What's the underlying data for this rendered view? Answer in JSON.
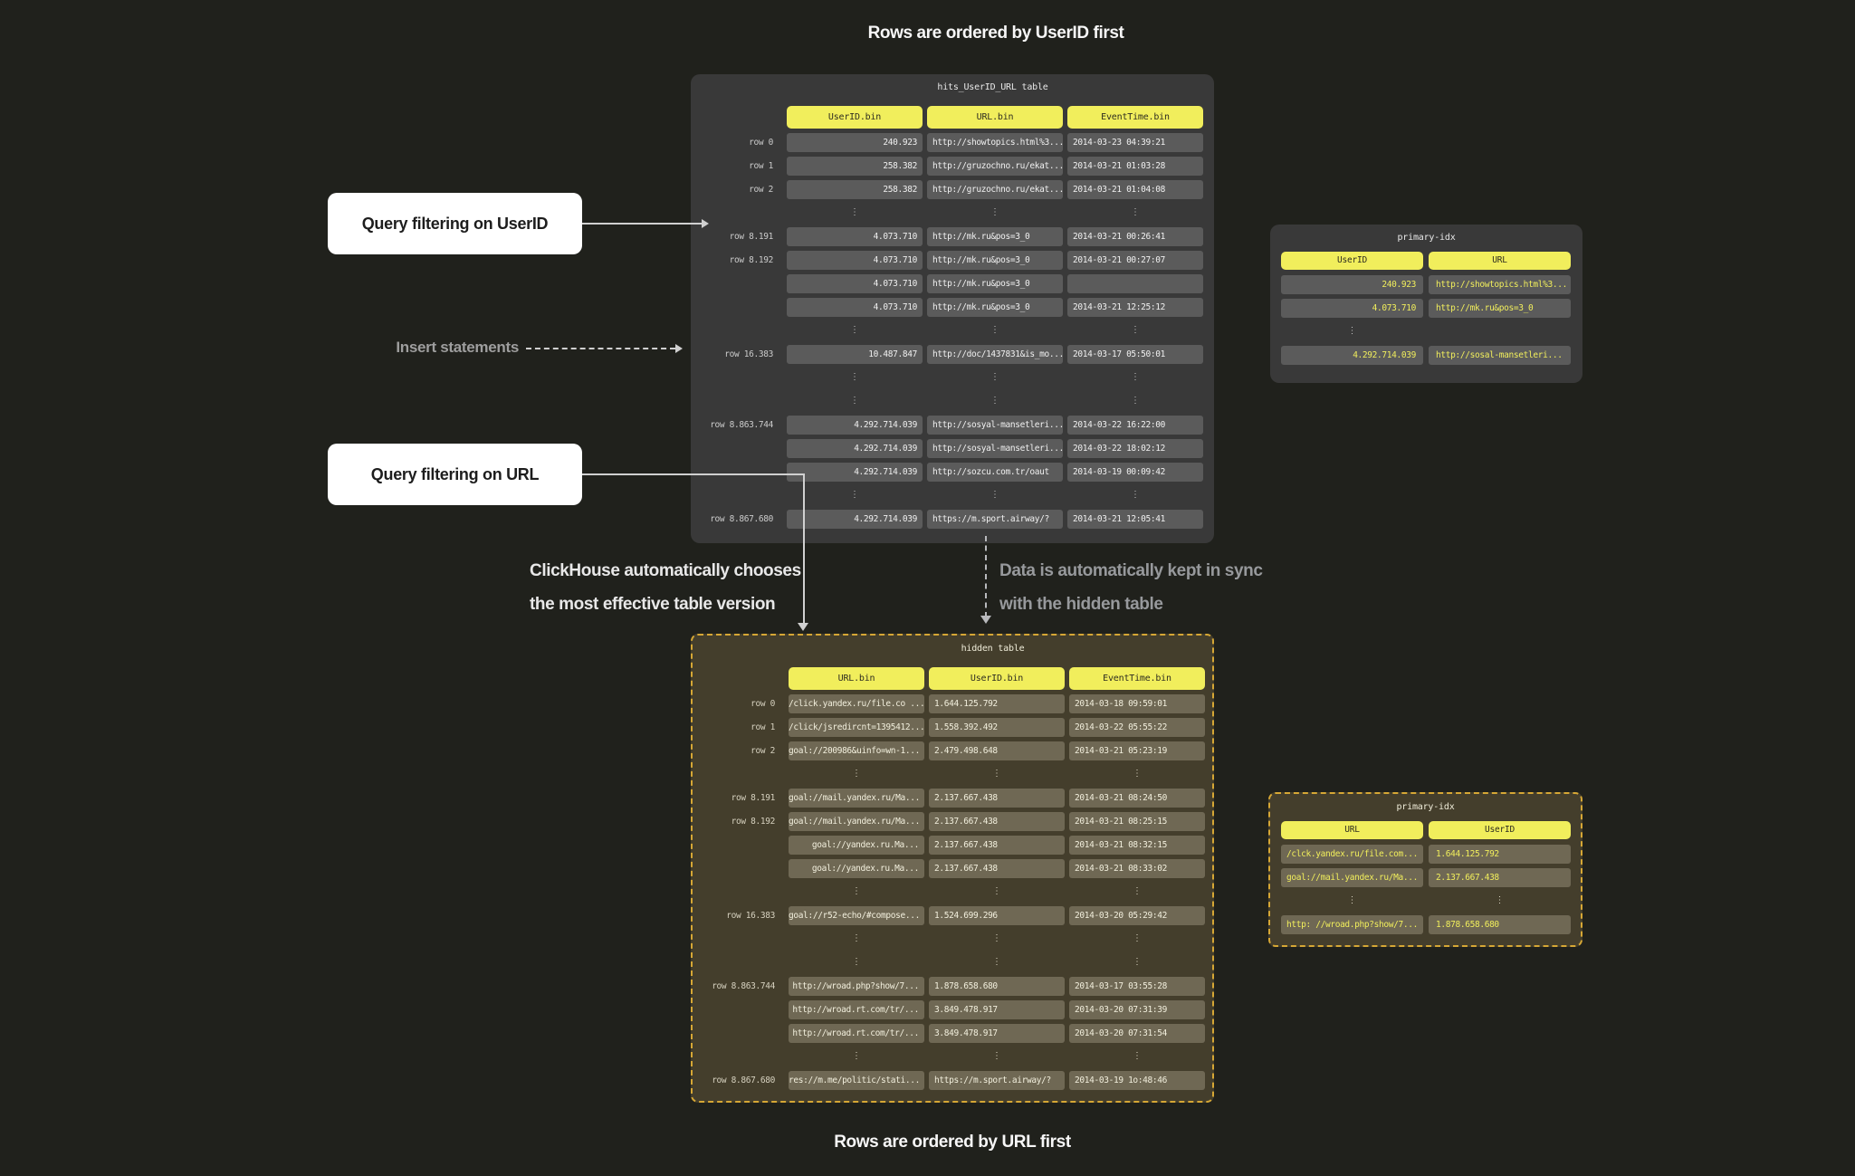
{
  "captions": {
    "top": "Rows are ordered by UserID first",
    "bottom": "Rows are ordered by URL first"
  },
  "callouts": {
    "query_userid": "Query filtering on UserID",
    "insert_statements": "Insert statements",
    "query_url": "Query filtering on URL"
  },
  "notes": {
    "chooses_line1": "ClickHouse automatically chooses",
    "chooses_line2": "the most effective table version",
    "sync_line1": "Data is automatically kept in sync",
    "sync_line2": "with the hidden table"
  },
  "colors": {
    "page-bg": "#20211c",
    "card-dark": "#393939",
    "cell-dark": "#5b5b5b",
    "cell-dark-text": "#f0f0f0",
    "card-olive": "#443e2c",
    "cell-olive": "#6f6854",
    "cell-olive-text": "#f2efdd",
    "yellow": "#f1ee5c",
    "yellow-text-dark": "#2e2d20",
    "amber-border": "#d6a735",
    "row-label": "#cbcbcb",
    "row-label-olive": "#d6d1bf",
    "line": "#d0d0d0",
    "line-dim": "#b9babd",
    "note": "#e8e8e8",
    "note-dim": "#97999c",
    "callout-text": "#1d1d1d",
    "white": "#ffffff"
  },
  "tables": {
    "main": {
      "title": "hits_UserID_URL table",
      "headers": [
        "UserID.bin",
        "URL.bin",
        "EventTime.bin"
      ],
      "rows": [
        {
          "label": "row 0",
          "cells": [
            "240.923",
            "http://showtopics.html%3...",
            "2014-03-23 04:39:21"
          ]
        },
        {
          "label": "row 1",
          "cells": [
            "258.382",
            "http://gruzochno.ru/ekat...",
            "2014-03-21 01:03:28"
          ]
        },
        {
          "label": "row 2",
          "cells": [
            "258.382",
            "http://gruzochno.ru/ekat...",
            "2014-03-21 01:04:08"
          ]
        },
        {
          "ellipsis": [
            true,
            true,
            true
          ]
        },
        {
          "label": "row 8.191",
          "cells": [
            "4.073.710",
            "http://mk.ru&pos=3_0",
            "2014-03-21 00:26:41"
          ]
        },
        {
          "label": "row 8.192",
          "cells": [
            "4.073.710",
            "http://mk.ru&pos=3_0",
            "2014-03-21 00:27:07"
          ]
        },
        {
          "label": "",
          "cells": [
            "4.073.710",
            "http://mk.ru&pos=3_0",
            ""
          ]
        },
        {
          "label": "",
          "cells": [
            "4.073.710",
            "http://mk.ru&pos=3_0",
            "2014-03-21 12:25:12"
          ]
        },
        {
          "ellipsis": [
            true,
            true,
            true
          ]
        },
        {
          "label": "row 16.383",
          "cells": [
            "10.487.847",
            "http://doc/1437831&is_mo...",
            "2014-03-17 05:50:01"
          ]
        },
        {
          "ellipsis": [
            true,
            true,
            true
          ]
        },
        {
          "ellipsis": [
            true,
            true,
            true
          ]
        },
        {
          "label": "row 8.863.744",
          "cells": [
            "4.292.714.039",
            "http://sosyal-mansetleri...",
            "2014-03-22 16:22:00"
          ]
        },
        {
          "label": "",
          "cells": [
            "4.292.714.039",
            "http://sosyal-mansetleri...",
            "2014-03-22 18:02:12"
          ]
        },
        {
          "label": "",
          "cells": [
            "4.292.714.039",
            "http://sozcu.com.tr/oaut",
            "2014-03-19 00:09:42"
          ]
        },
        {
          "ellipsis": [
            true,
            true,
            true
          ]
        },
        {
          "label": "row 8.867.680",
          "cells": [
            "4.292.714.039",
            "https://m.sport.airway/?",
            "2014-03-21 12:05:41"
          ]
        }
      ]
    },
    "hidden": {
      "title": "hidden table",
      "headers": [
        "URL.bin",
        "UserID.bin",
        "EventTime.bin"
      ],
      "rows": [
        {
          "label": "row 0",
          "cells": [
            "/click.yandex.ru/file.co ...",
            "1.644.125.792",
            "2014-03-18 09:59:01"
          ]
        },
        {
          "label": "row 1",
          "cells": [
            "/click/jsredircnt=1395412...",
            "1.558.392.492",
            "2014-03-22 05:55:22"
          ]
        },
        {
          "label": "row 2",
          "cells": [
            "goal://200986&uinfo=wn-1...",
            "2.479.498.648",
            "2014-03-21 05:23:19"
          ]
        },
        {
          "ellipsis": [
            true,
            true,
            true
          ]
        },
        {
          "label": "row 8.191",
          "cells": [
            "goal://mail.yandex.ru/Ma...",
            "2.137.667.438",
            "2014-03-21 08:24:50"
          ]
        },
        {
          "label": "row 8.192",
          "cells": [
            "goal://mail.yandex.ru/Ma...",
            "2.137.667.438",
            "2014-03-21 08:25:15"
          ]
        },
        {
          "label": "",
          "cells": [
            "goal://yandex.ru.Ma...",
            "2.137.667.438",
            "2014-03-21 08:32:15"
          ]
        },
        {
          "label": "",
          "cells": [
            "goal://yandex.ru.Ma...",
            "2.137.667.438",
            "2014-03-21 08:33:02"
          ]
        },
        {
          "ellipsis": [
            true,
            true,
            true
          ]
        },
        {
          "label": "row 16.383",
          "cells": [
            "goal://r52-echo/#compose...",
            "1.524.699.296",
            "2014-03-20 05:29:42"
          ]
        },
        {
          "ellipsis": [
            true,
            true,
            true
          ]
        },
        {
          "ellipsis": [
            true,
            true,
            true
          ]
        },
        {
          "label": "row 8.863.744",
          "cells": [
            "http://wroad.php?show/7...",
            "1.878.658.680",
            "2014-03-17 03:55:28"
          ]
        },
        {
          "label": "",
          "cells": [
            "http://wroad.rt.com/tr/...",
            "3.849.478.917",
            "2014-03-20 07:31:39"
          ]
        },
        {
          "label": "",
          "cells": [
            "http://wroad.rt.com/tr/...",
            "3.849.478.917",
            "2014-03-20 07:31:54"
          ]
        },
        {
          "ellipsis": [
            true,
            true,
            true
          ]
        },
        {
          "label": "row 8.867.680",
          "cells": [
            "res://m.me/politic/stati...",
            "https://m.sport.airway/?",
            "2014-03-19 1o:48:46"
          ]
        }
      ]
    },
    "idx_top": {
      "title": "primary-idx",
      "headers": [
        "UserID",
        "URL"
      ],
      "rows": [
        {
          "cells": [
            "240.923",
            "http://showtopics.html%3..."
          ]
        },
        {
          "cells": [
            "4.073.710",
            "http://mk.ru&pos=3_0"
          ]
        },
        {
          "ellipsis": [
            true,
            false
          ]
        },
        {
          "cells": [
            "4.292.714.039",
            "http://sosal-mansetleri..."
          ]
        }
      ]
    },
    "idx_bottom": {
      "title": "primary-idx",
      "headers": [
        "URL",
        "UserID"
      ],
      "rows": [
        {
          "cells": [
            "/clck.yandex.ru/file.com...",
            "1.644.125.792"
          ]
        },
        {
          "cells": [
            "goal://mail.yandex.ru/Ma...",
            "2.137.667.438"
          ]
        },
        {
          "ellipsis": [
            true,
            true
          ]
        },
        {
          "cells": [
            "http: //wroad.php?show/7...",
            "1.878.658.680"
          ]
        }
      ]
    }
  }
}
